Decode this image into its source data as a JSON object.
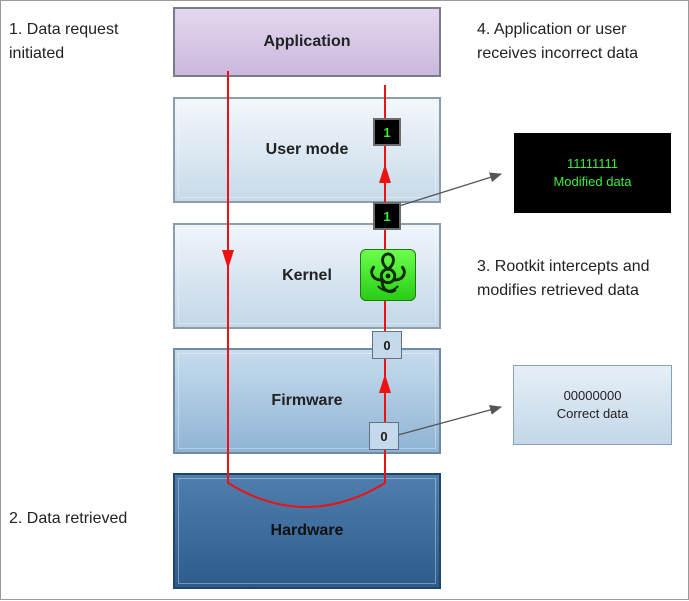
{
  "layers": {
    "application": "Application",
    "user_mode": "User mode",
    "kernel": "Kernel",
    "firmware": "Firmware",
    "hardware": "Hardware"
  },
  "notes": {
    "step1": "1. Data request\ninitiated",
    "step2": "2. Data retrieved",
    "step3": "3. Rootkit intercepts and\nmodifies retrieved data",
    "step4": "4. Application or user\nreceives incorrect data"
  },
  "bits": {
    "user_mode_bit": "1",
    "kernel_top_bit": "1",
    "firmware_top_bit": "0",
    "firmware_bottom_bit": "0"
  },
  "callouts": {
    "modified_value": "11111111",
    "modified_label": "Modified data",
    "correct_value": "00000000",
    "correct_label": "Correct data"
  },
  "icons": {
    "rootkit": "biohazard-icon"
  },
  "colors": {
    "flow_line": "#ee1111",
    "modified_text": "#33ee33",
    "rootkit_green": "#33dd22"
  }
}
